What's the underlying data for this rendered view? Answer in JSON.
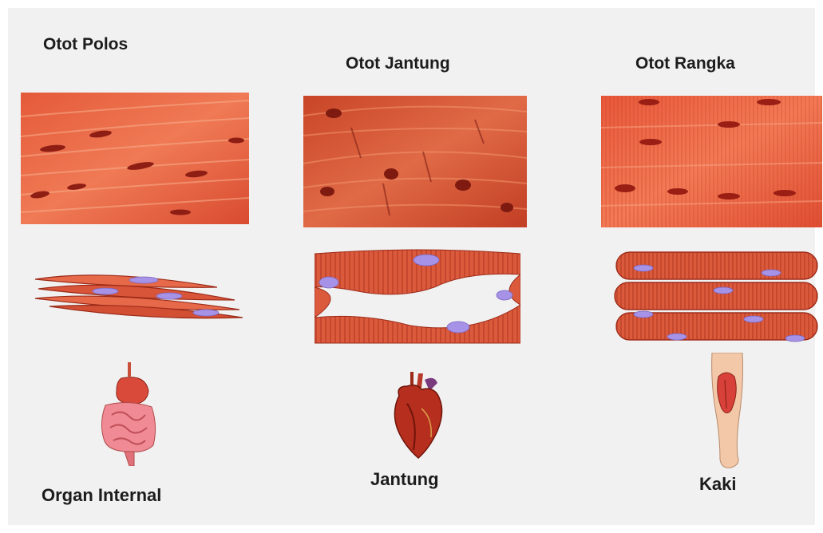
{
  "muscle_types": [
    {
      "title": "Otot Polos",
      "location": "Organ Internal",
      "organ_icon": "intestine-icon"
    },
    {
      "title": "Otot Jantung",
      "location": "Jantung",
      "organ_icon": "heart-icon"
    },
    {
      "title": "Otot Rangka",
      "location": "Kaki",
      "organ_icon": "leg-icon"
    }
  ],
  "colors": {
    "tissue": "#e0583a",
    "tissue_light": "#f08a62",
    "nucleus": "#8e1e14",
    "cell_nucleus": "#9e8ae0",
    "background": "#f1f1f1"
  }
}
